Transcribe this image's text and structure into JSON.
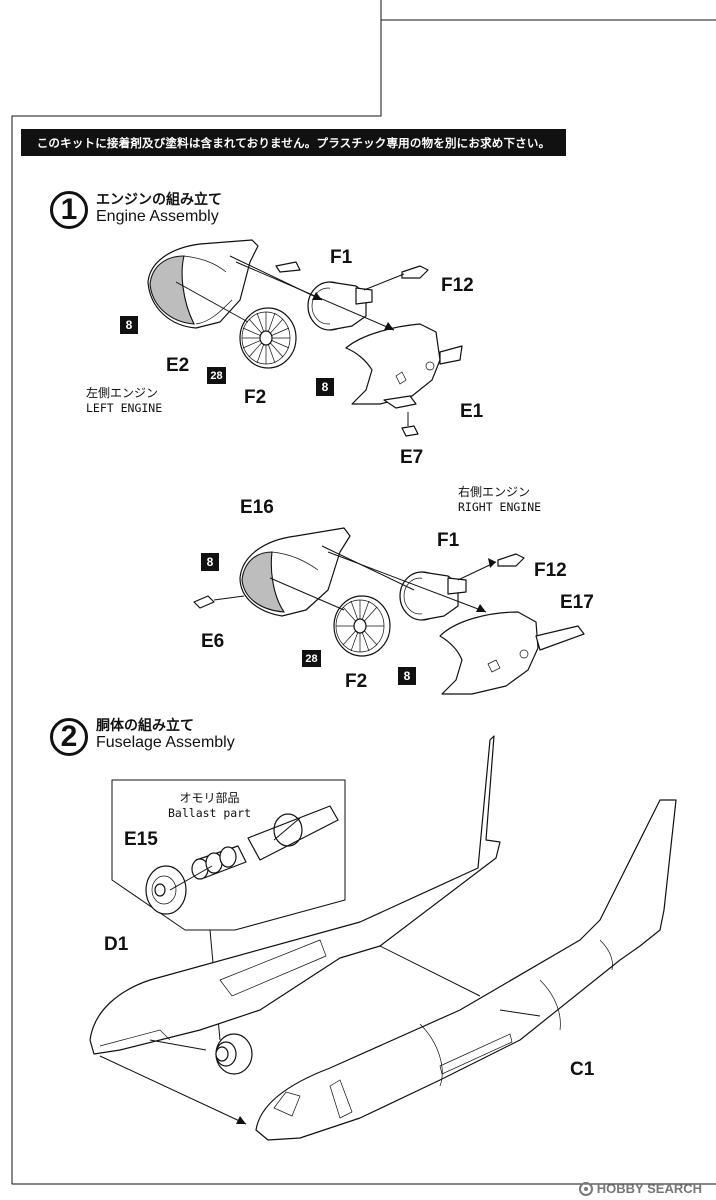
{
  "notice": "このキットに接着剤及び塗料は含まれておりません。プラスチック専用の物を別にお求め下さい。",
  "steps": [
    {
      "number": "1",
      "title_jp": "エンジンの組み立て",
      "title_en": "Engine Assembly"
    },
    {
      "number": "2",
      "title_jp": "胴体の組み立て",
      "title_en": "Fuselage Assembly"
    }
  ],
  "left_engine": {
    "caption_jp": "左側エンジン",
    "caption_en": "LEFT ENGINE",
    "parts": {
      "f1": "F1",
      "f12": "F12",
      "e2": "E2",
      "f2": "F2",
      "e1": "E1",
      "e7": "E7"
    },
    "paint_refs": {
      "e2": "8",
      "f2": "28",
      "e1": "8"
    }
  },
  "right_engine": {
    "caption_jp": "右側エンジン",
    "caption_en": "RIGHT ENGINE",
    "parts": {
      "e16": "E16",
      "f1": "F1",
      "f12": "F12",
      "e17": "E17",
      "e6": "E6",
      "f2": "F2"
    },
    "paint_refs": {
      "e16": "8",
      "f2": "28",
      "e17": "8"
    }
  },
  "fuselage": {
    "ballast_jp": "オモリ部品",
    "ballast_en": "Ballast part",
    "parts": {
      "e15": "E15",
      "d1": "D1",
      "c1": "C1"
    }
  },
  "watermark": {
    "brand": "HOBBY SEARCH",
    "icon": "hobbysearch-logo-icon"
  },
  "colors": {
    "ink": "#111111",
    "shade": "#bdbdbd",
    "paper": "#ffffff"
  }
}
